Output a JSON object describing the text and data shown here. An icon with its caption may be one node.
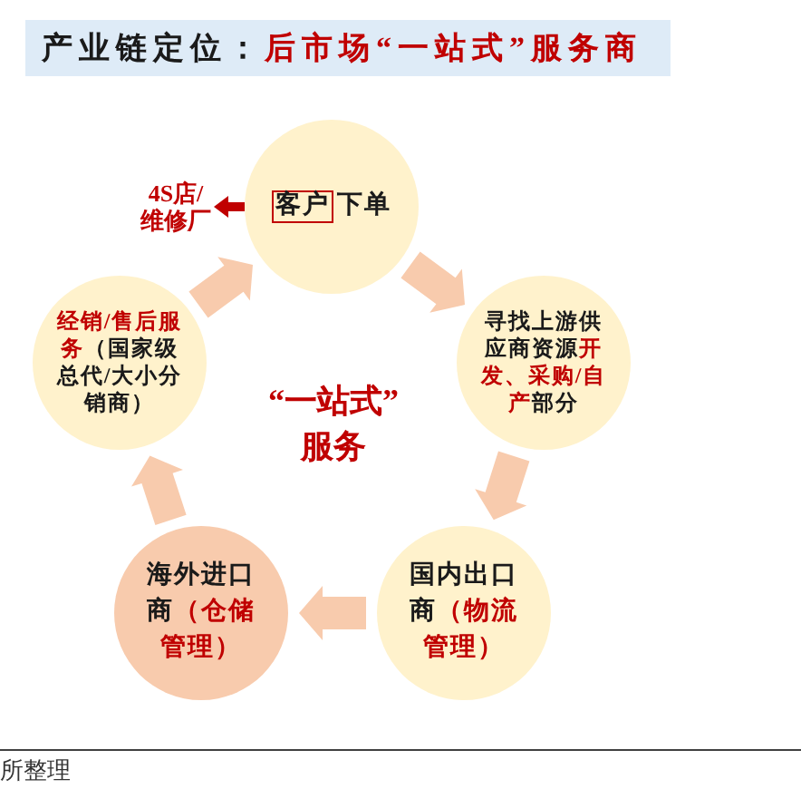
{
  "diagram": {
    "title": "产业链定位：**后市场“一站式”服务商**",
    "nodes": [
      {
        "text": [
          "下单"
        ]
      },
      {
        "text": [
          "客户"
        ],
        "in": 0
      },
      {
        "text": [
          "4S店/维修厂"
        ]
      },
      {
        "text": [
          "**经销/售后服务**（国家级总代/大小分销商）"
        ]
      },
      {
        "text": [
          "寻找上游供应商资源**开发、采购/自产**部分"
        ]
      },
      {
        "text": [
          "海外进口商**（仓储管理）**"
        ]
      },
      {
        "text": [
          "国内出口商**（物流管理）**"
        ]
      }
    ],
    "edges": [
      {
        "from": 0,
        "to": 4,
        "arrow": "to"
      },
      {
        "from": 4,
        "to": 6,
        "arrow": "to"
      },
      {
        "from": 6,
        "to": 5,
        "arrow": "to"
      },
      {
        "from": 5,
        "to": 3,
        "arrow": "to"
      },
      {
        "from": 3,
        "to": 0,
        "arrow": "to"
      },
      {
        "from": 0,
        "to": 2,
        "arrow": "to",
        "color": "#c00000"
      }
    ],
    "labels": [
      "“一站式”服务",
      "所整理"
    ]
  }
}
